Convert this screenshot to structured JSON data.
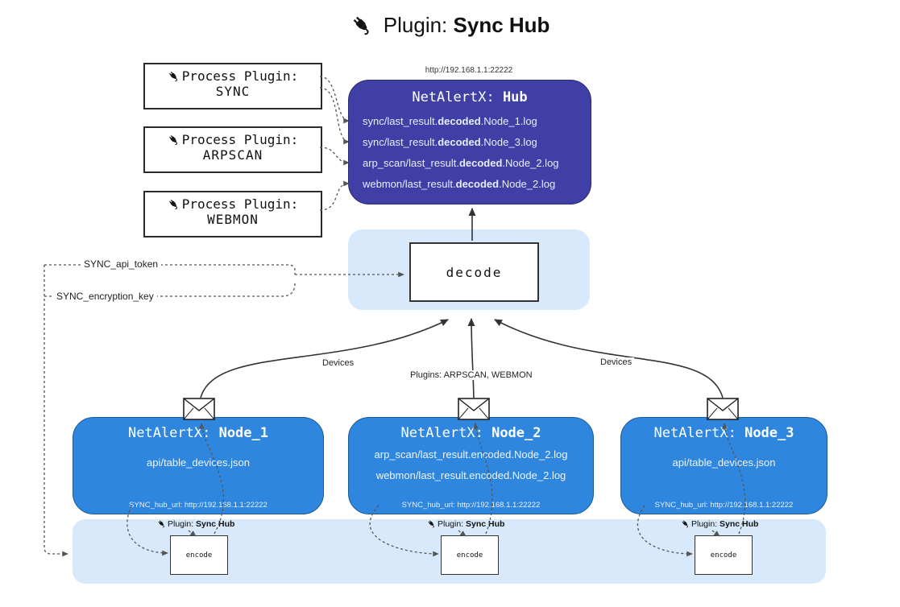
{
  "title": {
    "prefix": "Plugin: ",
    "name": "Sync Hub"
  },
  "icons": {
    "plug": "plug-icon",
    "envelope": "envelope-icon"
  },
  "process_plugins": [
    {
      "label": "Process Plugin:",
      "name": "SYNC"
    },
    {
      "label": "Process Plugin:",
      "name": "ARPSCAN"
    },
    {
      "label": "Process Plugin:",
      "name": "WEBMON"
    }
  ],
  "hub": {
    "url": "http://192.168.1.1:22222",
    "title_prefix": "NetAlertX: ",
    "title_name": "Hub",
    "files": [
      {
        "pre": "sync/last_result.",
        "bold": "decoded",
        "post": ".Node_1.log"
      },
      {
        "pre": "sync/last_result.",
        "bold": "decoded",
        "post": ".Node_3.log"
      },
      {
        "pre": "arp_scan/last_result.",
        "bold": "decoded",
        "post": ".Node_2.log"
      },
      {
        "pre": "webmon/last_result.",
        "bold": "decoded",
        "post": ".Node_2.log"
      }
    ]
  },
  "decode": {
    "label": "decode"
  },
  "secrets": {
    "api_token": "SYNC_api_token",
    "encryption_key": "SYNC_encryption_key"
  },
  "edge_labels": {
    "left": "Devices",
    "middle": "Plugins: ARPSCAN, WEBMON",
    "right": "Devices"
  },
  "nodes": [
    {
      "title_prefix": "NetAlertX: ",
      "title_name": "Node_1",
      "files": [
        "api/table_devices.json"
      ],
      "caption": "SYNC_hub_url: http://192.168.1.1:22222"
    },
    {
      "title_prefix": "NetAlertX: ",
      "title_name": "Node_2",
      "files": [
        "arp_scan/last_result.encoded.Node_2.log",
        "webmon/last_result.encoded.Node_2.log"
      ],
      "caption": "SYNC_hub_url: http://192.168.1.1:22222"
    },
    {
      "title_prefix": "NetAlertX: ",
      "title_name": "Node_3",
      "files": [
        "api/table_devices.json"
      ],
      "caption": "SYNC_hub_url: http://192.168.1.1:22222"
    }
  ],
  "encoders": [
    {
      "plugin_prefix": "Plugin: ",
      "plugin_name": "Sync Hub",
      "label": "encode"
    },
    {
      "plugin_prefix": "Plugin: ",
      "plugin_name": "Sync Hub",
      "label": "encode"
    },
    {
      "plugin_prefix": "Plugin: ",
      "plugin_name": "Sync Hub",
      "label": "encode"
    }
  ],
  "colors": {
    "hub_fill": "#3f3fa5",
    "node_fill": "#2e86de",
    "container_fill": "#d7e9fb",
    "line": "#333333"
  }
}
